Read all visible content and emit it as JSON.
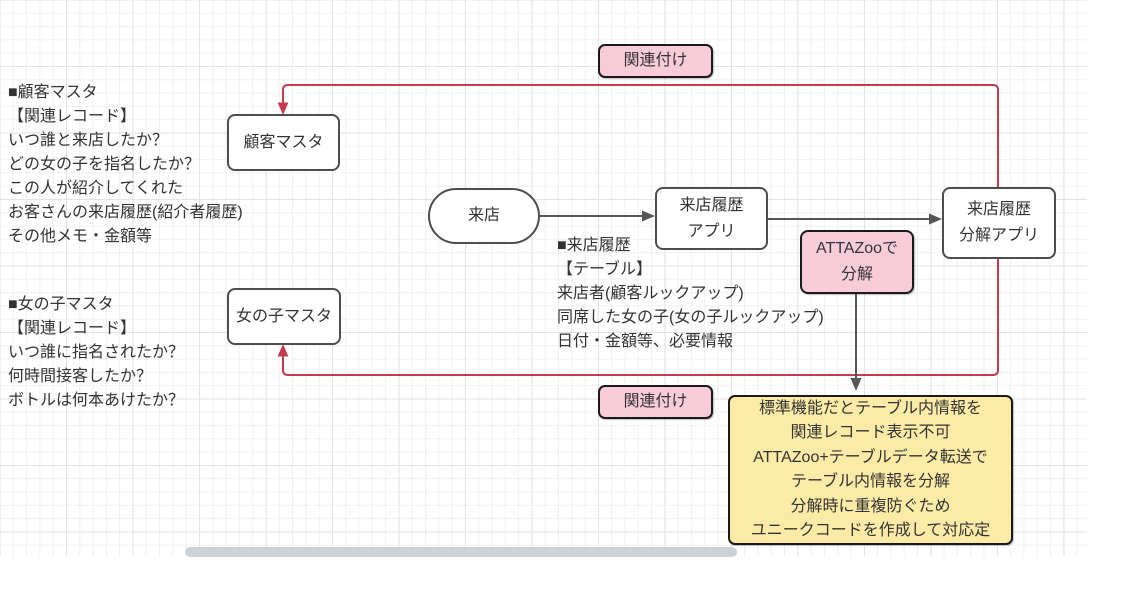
{
  "diagram": {
    "nodes": {
      "customer_master": {
        "label": "顧客マスタ"
      },
      "girl_master": {
        "label": "女の子マスタ"
      },
      "visit": {
        "label": "来店"
      },
      "visit_history_app": {
        "lines": [
          "来店履歴",
          "アプリ"
        ]
      },
      "visit_history_decompose_app": {
        "lines": [
          "来店履歴",
          "分解アプリ"
        ]
      },
      "attazoo_decompose": {
        "lines": [
          "ATTAZooで",
          "分解"
        ]
      },
      "relate_label_top": {
        "label": "関連付け"
      },
      "relate_label_bottom": {
        "label": "関連付け"
      }
    },
    "notes": {
      "customer_master_note": {
        "lines": [
          "■顧客マスタ",
          "【関連レコード】",
          "いつ誰と来店したか？",
          "どの女の子を指名したか？",
          "この人が紹介してくれた",
          "お客さんの来店履歴(紹介者履歴)",
          "その他メモ・金額等"
        ]
      },
      "girl_master_note": {
        "lines": [
          "■女の子マスタ",
          "【関連レコード】",
          "いつ誰に指名されたか？",
          "何時間接客したか？",
          "ボトルは何本あけたか？"
        ]
      },
      "visit_history_note": {
        "lines": [
          "■来店履歴",
          "【テーブル】",
          "来店者(顧客ルックアップ)",
          "同席した女の子(女の子ルックアップ)",
          "日付・金額等、必要情報"
        ]
      },
      "standard_function_note": {
        "lines": [
          "標準機能だとテーブル内情報を",
          "関連レコード表示不可",
          "ATTAZoo+テーブルデータ転送で",
          "テーブル内情報を分解",
          "分解時に重複防ぐため",
          "ユニークコードを作成して対応定"
        ]
      }
    },
    "colors": {
      "pink_fill": "#f7ccd8",
      "pink_border": "#1a1a1a",
      "yellow_fill": "#fceba6",
      "node_border": "#4d4d4d",
      "arrow_gray": "#565656",
      "relation_red": "#c43b50",
      "grid_minor": "#f0f0f3",
      "grid_major": "#e2e2e8",
      "text": "#333333"
    }
  }
}
